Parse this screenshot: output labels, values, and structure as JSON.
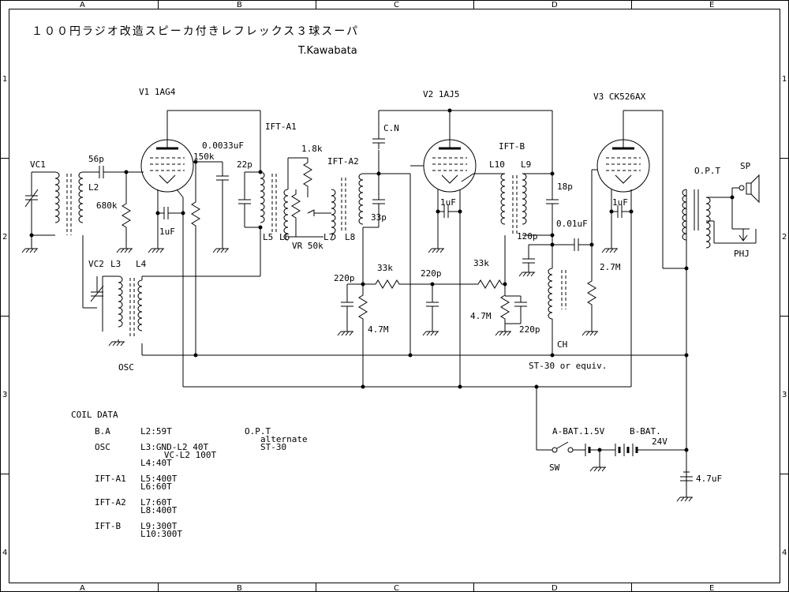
{
  "title": "１００円ラジオ改造スピーカ付きレフレックス３球スーパ",
  "author": "T.Kawabata",
  "grid": {
    "cols": [
      "A",
      "B",
      "C",
      "D",
      "E"
    ],
    "rows": [
      "1",
      "2",
      "3",
      "4"
    ]
  },
  "tubes": {
    "v1": "V1 1AG4",
    "v2": "V2 1AJ5",
    "v3": "V3 CK526AX"
  },
  "labels": {
    "vc1": "VC1",
    "vc2": "VC2",
    "l2": "L2",
    "l3": "L3",
    "l4": "L4",
    "osc": "OSC",
    "c56p": "56p",
    "r680k": "680k",
    "c1uf_v1": "1uF",
    "r150k": "150k",
    "c0033": "0.0033uF",
    "c22p": "22p",
    "ift_a1": "IFT-A1",
    "r1_8k": "1.8k",
    "l5": "L5",
    "l6": "L6",
    "vr": "VR 50k",
    "l7": "L7",
    "ift_a2": "IFT-A2",
    "l8": "L8",
    "cn": "C.N",
    "c33p": "33p",
    "c1uf_v2": "1uF",
    "ift_b": "IFT-B",
    "l10": "L10",
    "l9": "L9",
    "c18p": "18p",
    "c001": "0.01uF",
    "c120p": "120p",
    "c220p_1": "220p",
    "r33k_1": "33k",
    "c220p_2": "220p",
    "r33k_2": "33k",
    "r4_7m_1": "4.7M",
    "r4_7m_2": "4.7M",
    "c220p_3": "220p",
    "ch": "CH",
    "c1uf_v3": "1uF",
    "r2_7m": "2.7M",
    "opt": "O.P.T",
    "sp": "SP",
    "phj": "PHJ",
    "st30": "ST-30 or equiv.",
    "sw": "SW",
    "abat": "A-BAT.1.5V",
    "bbat": "B-BAT.",
    "v24": "24V",
    "c4_7uf": "4.7uF"
  },
  "coil_data": {
    "heading": "COIL DATA",
    "rows": [
      {
        "name": "B.A",
        "lines": [
          "L2:59T"
        ]
      },
      {
        "name": "OSC",
        "lines": [
          "L3:GND-L2 40T",
          "   VC-L2 100T",
          "L4:40T"
        ]
      },
      {
        "name": "IFT-A1",
        "lines": [
          "L5:400T",
          "L6:60T"
        ]
      },
      {
        "name": "IFT-A2",
        "lines": [
          "L7:60T",
          "L8:400T"
        ]
      },
      {
        "name": "IFT-B",
        "lines": [
          "L9:300T",
          "L10:300T"
        ]
      }
    ],
    "opt_note": [
      "O.P.T",
      "alternate",
      "ST-30"
    ]
  }
}
